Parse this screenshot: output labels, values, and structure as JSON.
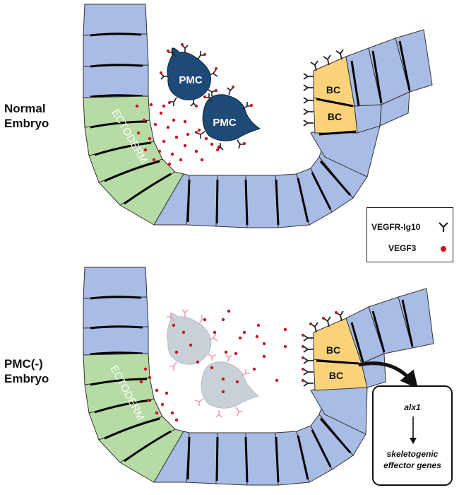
{
  "labels": {
    "normal": [
      "Normal",
      "Embryo"
    ],
    "pmc_minus": [
      "PMC(-)",
      "Embryo"
    ],
    "ectoderm": "ECTODERM",
    "pmc": "PMC",
    "bc": "BC"
  },
  "legend": {
    "receptor": "VEGFR-Ig10",
    "ligand": "VEGF3"
  },
  "flow": {
    "gene": "alx1",
    "effector": [
      "skeletogenic",
      "effector genes"
    ]
  },
  "colors": {
    "blue_cell": "#a9bce6",
    "green_cell": "#b6dba4",
    "bc_cell": "#f9d27a",
    "pmc_dark": "#1e4a78",
    "pmc_ghost": "#c9d1d8",
    "vegf_dot": "#c8141e",
    "receptor_dark": "#222222",
    "receptor_pink": "#e8a0b4"
  }
}
